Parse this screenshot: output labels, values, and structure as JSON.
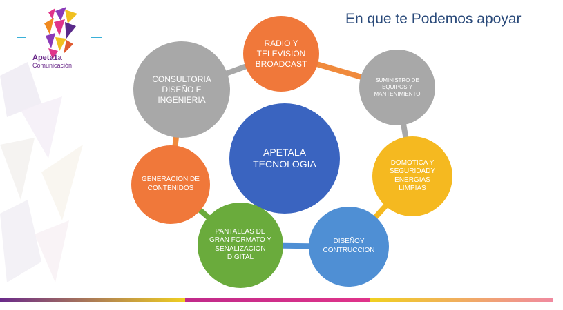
{
  "slide": {
    "title": "En que te Podemos apoyar",
    "logo": {
      "line1": "Apeta1a",
      "line2": "Comunicación"
    }
  },
  "diagram": {
    "center": {
      "label": "APETALA TECNOLOGIA",
      "color": "#3a64c0"
    },
    "ring_color": "#f08a3c",
    "nodes": [
      {
        "id": "radio",
        "label": "RADIO Y TELEVISION BROADCAST",
        "color": "#f0783a"
      },
      {
        "id": "suministro",
        "label": "SUMINISTRO DE EQUIPOS Y MANTENIMIENTO",
        "color": "#a8a8a8"
      },
      {
        "id": "domotica",
        "label": "DOMOTICA Y SEGURIDADY ENERGIAS LIMPIAS",
        "color": "#f5b920"
      },
      {
        "id": "diseno",
        "label": "DISEÑOY CONTRUCCION",
        "color": "#4f8fd4"
      },
      {
        "id": "pantallas",
        "label": "PANTALLAS DE GRAN FORMATO Y SEÑALIZACION DIGITAL",
        "color": "#6aab3c"
      },
      {
        "id": "generacion",
        "label": "GENERACION DE CONTENIDOS",
        "color": "#f0783a"
      },
      {
        "id": "consultoria",
        "label": "CONSULTORIA DISEÑO E INGENIERIA",
        "color": "#a8a8a8"
      }
    ]
  }
}
